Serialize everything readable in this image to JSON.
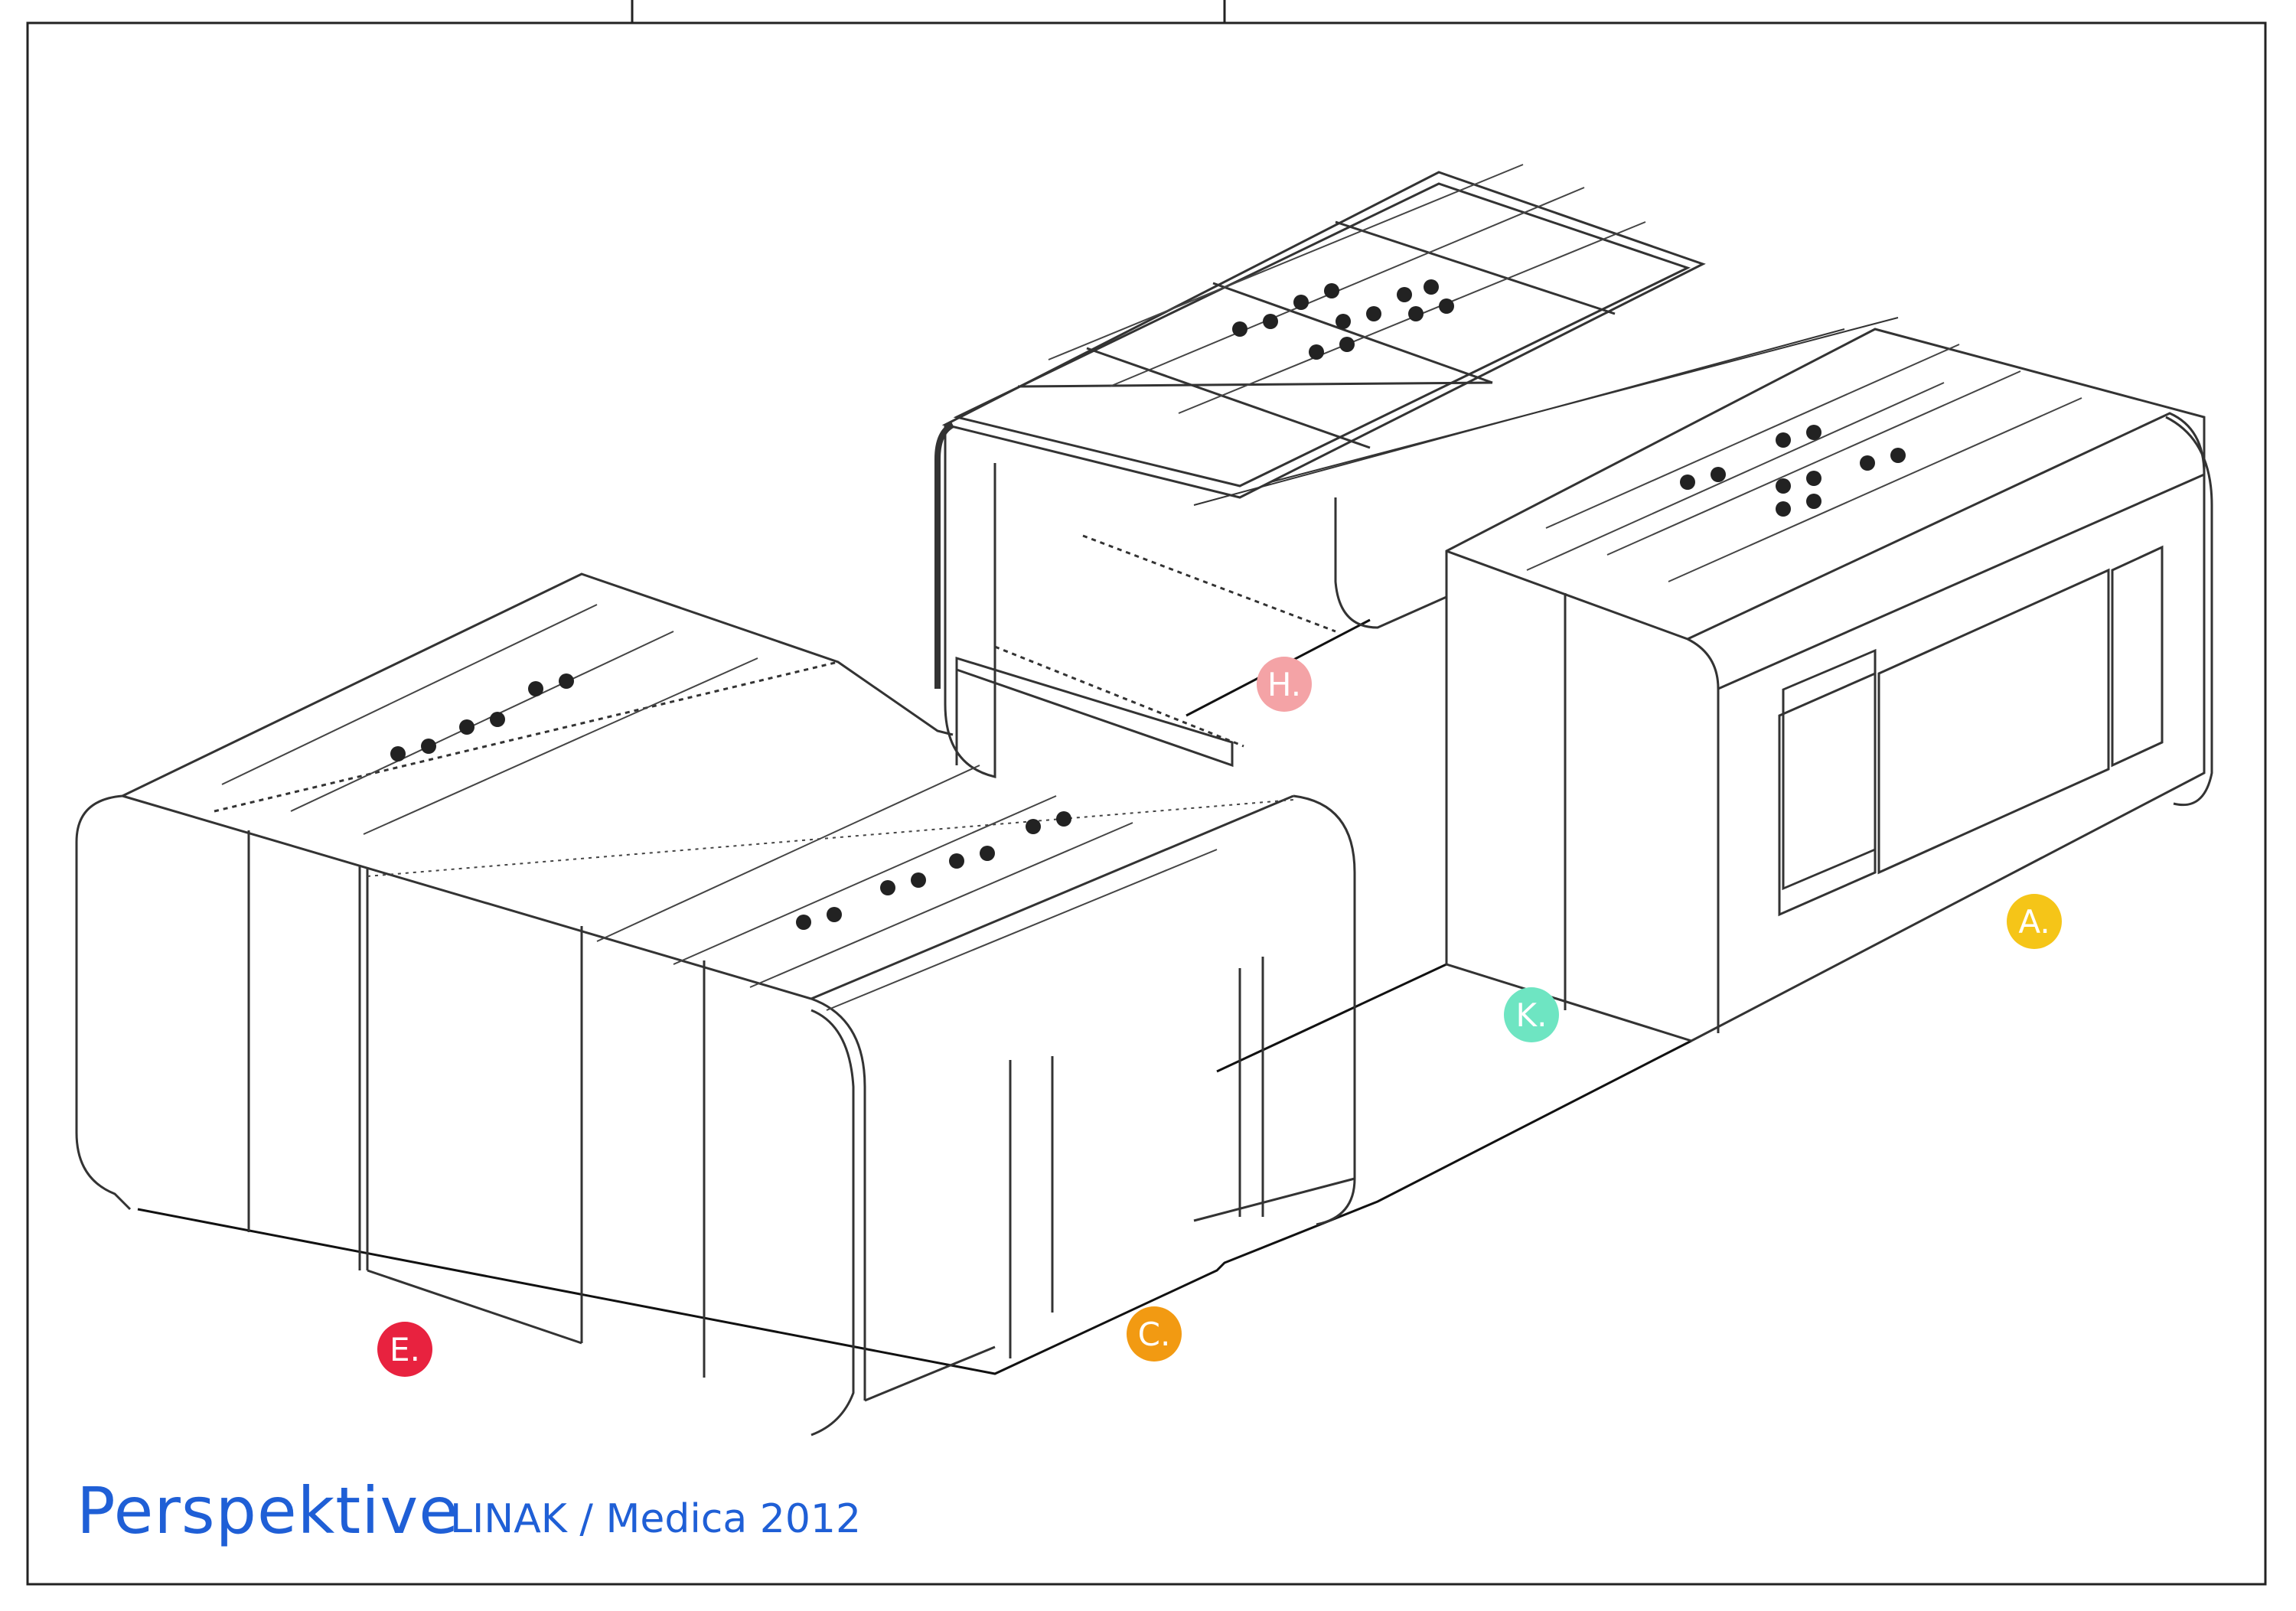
{
  "title": "Perspektive",
  "subtitle": "LINAK / Medica 2012",
  "markers": [
    {
      "label": "H.",
      "color": "#f4a3a6"
    },
    {
      "label": "A.",
      "color": "#f5c518"
    },
    {
      "label": "K.",
      "color": "#6ee5c2"
    },
    {
      "label": "C.",
      "color": "#f29a12"
    },
    {
      "label": "E.",
      "color": "#e8223f"
    }
  ],
  "colors": {
    "line": "#222222",
    "title": "#1f5fd6"
  }
}
